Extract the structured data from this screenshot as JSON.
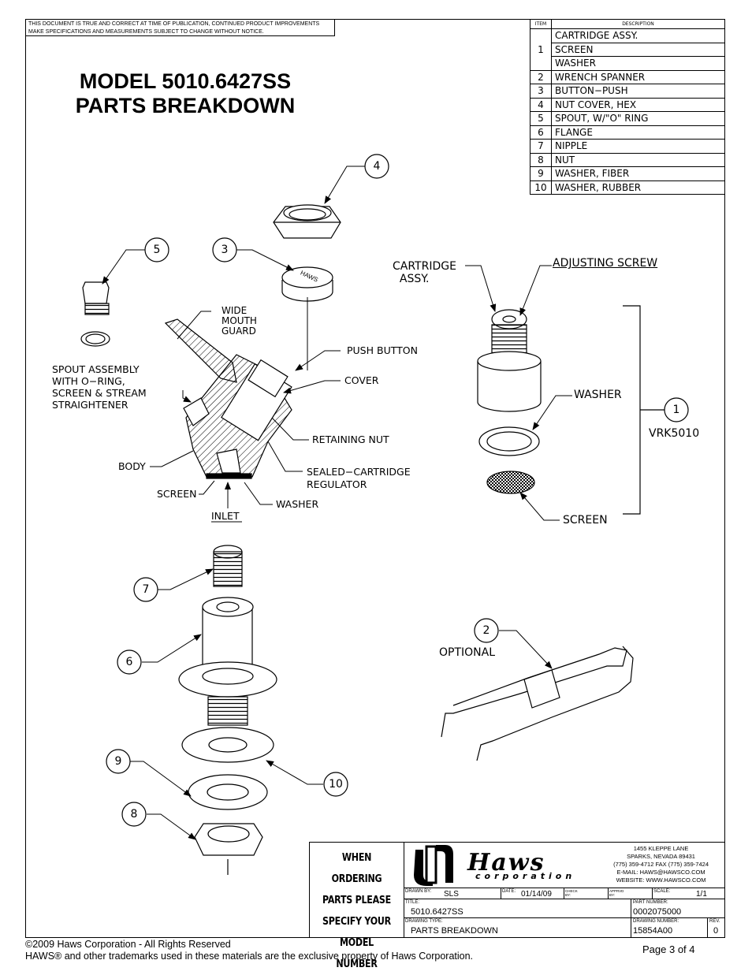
{
  "disclaimer": "THIS DOCUMENT IS TRUE AND CORRECT AT TIME OF PUBLICATION, CONTINUED PRODUCT IMPROVEMENTS MAKE SPECIFICATIONS AND MEASUREMENTS SUBJECT TO CHANGE WITHOUT NOTICE.",
  "title": {
    "line1": "MODEL 5010.6427SS",
    "line2": "PARTS BREAKDOWN"
  },
  "parts_table": {
    "header_item": "ITEM",
    "header_desc": "DESCRIPTION",
    "rows": [
      {
        "item": "",
        "desc": "CARTRIDGE ASSY."
      },
      {
        "item": "1",
        "desc": "SCREEN"
      },
      {
        "item": "",
        "desc": "WASHER"
      },
      {
        "item": "2",
        "desc": "WRENCH SPANNER"
      },
      {
        "item": "3",
        "desc": "BUTTON−PUSH"
      },
      {
        "item": "4",
        "desc": "NUT COVER, HEX"
      },
      {
        "item": "5",
        "desc": "SPOUT, W/\"O\" RING"
      },
      {
        "item": "6",
        "desc": "FLANGE"
      },
      {
        "item": "7",
        "desc": "NIPPLE"
      },
      {
        "item": "8",
        "desc": "NUT"
      },
      {
        "item": "9",
        "desc": "WASHER, FIBER"
      },
      {
        "item": "10",
        "desc": "WASHER, RUBBER"
      }
    ]
  },
  "labels": {
    "wide_mouth_guard": "WIDE\nMOUTH\nGUARD",
    "push_button": "PUSH BUTTON",
    "cover": "COVER",
    "spout_assembly": "SPOUT ASSEMBLY\nWITH O−RING,\nSCREEN & STREAM\nSTRAIGHTENER",
    "retaining_nut": "RETAINING NUT",
    "body": "BODY",
    "sealed_cartridge": "SEALED−CARTRIDGE\nREGULATOR",
    "screen_left": "SCREEN",
    "washer_left": "WASHER",
    "inlet": "INLET",
    "cartridge_assy": "CARTRIDGE\n  ASSY.",
    "adjusting_screw": "ADJUSTING SCREW",
    "washer_right": "WASHER",
    "screen_right": "SCREEN",
    "vrk": "VRK5010",
    "optional": "OPTIONAL"
  },
  "callouts": [
    "1",
    "2",
    "3",
    "4",
    "5",
    "6",
    "7",
    "8",
    "9",
    "10"
  ],
  "title_block": {
    "order_lines": [
      "WHEN ORDERING",
      "PARTS PLEASE",
      "SPECIFY YOUR",
      "MODEL NUMBER"
    ],
    "brand": "Haws",
    "brand_sub": "corporation",
    "address": [
      "1455 KLEPPE LANE",
      "SPARKS, NEVADA 89431",
      "(775) 359-4712    FAX (775) 359-7424",
      "E-MAIL: HAWS@HAWSCO.COM",
      "WEBSITE: WWW.HAWSCO.COM"
    ],
    "drawn_by_label": "DRAWN BY:",
    "drawn_by": "SLS",
    "date_label": "DATE:",
    "date": "01/14/09",
    "check_label": "CHECK BY:",
    "apprvd_label": "APPRVD BY:",
    "scale_label": "SCALE:",
    "scale": "1/1",
    "title_label": "TITLE:",
    "title_value": "5010.6427SS",
    "part_number_label": "PART NUMBER:",
    "part_number": "0002075000",
    "drawing_type_label": "DRAWING TYPE:",
    "drawing_type": "PARTS BREAKDOWN",
    "drawing_number_label": "DRAWING NUMBER:",
    "drawing_number": "15854A00",
    "rev_label": "REV.",
    "rev": "0"
  },
  "footer": {
    "copyright": "©2009 Haws Corporation - All Rights Reserved",
    "trademark": "HAWS® and other trademarks used in these materials are the exclusive property of Haws Corporation.",
    "page": "Page 3 of 4"
  }
}
